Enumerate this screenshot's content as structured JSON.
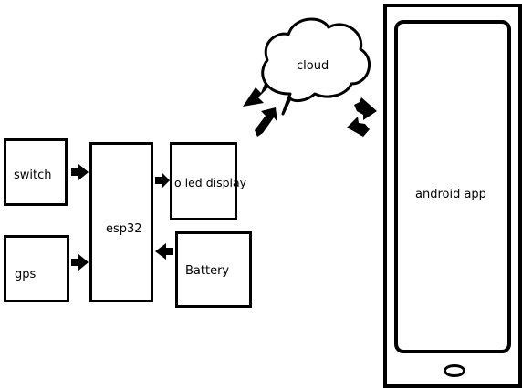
{
  "diagram": {
    "blocks": {
      "switch": "switch",
      "gps": "gps",
      "esp32": "esp32",
      "oled": "o led display",
      "battery": "Battery",
      "cloud": "cloud",
      "android": "android app"
    }
  }
}
